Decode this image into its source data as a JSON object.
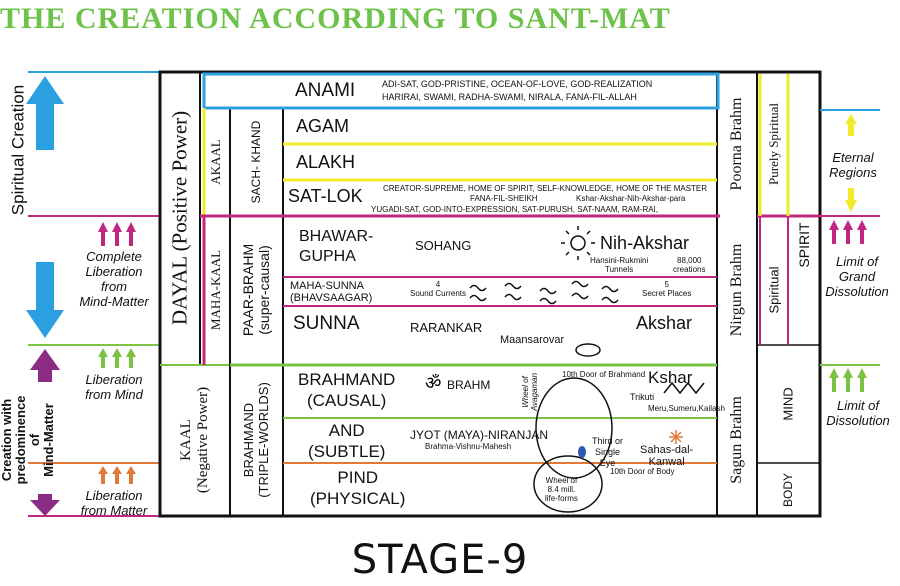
{
  "title": "THE CREATION ACCORDING TO SANT-MAT",
  "stage": "STAGE-9",
  "left_axis": {
    "spiritual_creation": "Spiritual Creation",
    "creation_mind_matter": [
      "Creation with",
      "predominence",
      "of",
      "Mind-Matter"
    ]
  },
  "left_labels": {
    "complete_liberation": [
      "Complete",
      "Liberation",
      "from",
      "Mind-Matter"
    ],
    "liberation_mind": [
      "Liberation",
      "from Mind"
    ],
    "liberation_matter": [
      "Liberation",
      "from Matter"
    ]
  },
  "columns": {
    "dayal": "DAYAL (Positive Power)",
    "kaal": [
      "KAAL",
      "(Negative Power)"
    ],
    "akaal": "AKAAL",
    "sach_khand": "SACH- KHAND",
    "maha_kaal": "MAHA-KAAL",
    "paar_brahm": [
      "PAAR-BRAHM",
      "(super-causal)"
    ],
    "brahmand": [
      "BRAHMAND",
      "(TRIPLE-WORLDS)"
    ]
  },
  "regions": {
    "anami": {
      "name": "ANAMI",
      "desc1": "ADI-SAT, GOD-PRISTINE, OCEAN-OF-LOVE, GOD-REALIZATION",
      "desc2": "HARIRAI, SWAMI, RADHA-SWAMI, NIRALA, FANA-FIL-ALLAH"
    },
    "agam": "AGAM",
    "alakh": "ALAKH",
    "sat_lok": {
      "name": "SAT-LOK",
      "desc1": "CREATOR-SUPREME, HOME OF SPIRIT, SELF-KNOWLEDGE, HOME OF THE MASTER",
      "desc2": "FANA-FIL-SHEIKH",
      "desc3": "Kshar-Akshar-Nih-Akshar-para",
      "desc4": "YUGADI-SAT, GOD-INTO-EXPRESSION, SAT-PURUSH, SAT-NAAM, RAM-RAI,"
    },
    "bhawar": {
      "name": [
        "BHAWAR-",
        "GUPHA"
      ],
      "sohang": "SOHANG",
      "nih_akshar": "Nih-Akshar",
      "tunnels": [
        "Hansini-Rukmini",
        "Tunnels"
      ],
      "creations": [
        "88,000",
        "creations"
      ]
    },
    "maha_sunna": {
      "name": [
        "MAHA-SUNNA",
        "(BHAVSAAGAR)"
      ],
      "currents": [
        "4",
        "Sound Currents"
      ],
      "places": [
        "5",
        "Secret Places"
      ]
    },
    "sunna": {
      "name": "SUNNA",
      "rarankar": "RARANKAR",
      "akshar": "Akshar",
      "maansarovar": "Maansarovar"
    },
    "brahmand_causal": {
      "name": [
        "BRAHMAND",
        "(CAUSAL)"
      ],
      "brahm": "BRAHM",
      "door_brahmand": "10th Door of Brahmand",
      "wheel_avagaman": [
        "Wheel of",
        "Avagaman"
      ],
      "kshar": "Kshar",
      "trikuti": "Trikuti",
      "meru": "Meru,Sumeru,Kailash"
    },
    "subtle": {
      "name": [
        "AND",
        "(SUBTLE)"
      ],
      "jyot": "JYOT (MAYA)-NIRANJAN",
      "bvm": "Brahma-Vishnu-Mahesh",
      "third_eye": [
        "Third or",
        "Single",
        "Eye"
      ],
      "sahas": [
        "Sahas-dal-",
        "Kanwal"
      ]
    },
    "pind": {
      "name": [
        "PIND",
        "(PHYSICAL)"
      ],
      "door_body": "10th Door of Body",
      "wheel_84": [
        "Wheel of",
        "8.4 mill.",
        "life-forms"
      ]
    }
  },
  "right_columns": {
    "poorna": "Poorna Brahm",
    "nirgun": "Nirgun Brahm",
    "sagun": "Sagun Brahm",
    "purely_spiritual": "Purely Spiritual",
    "spiritual": "Spiritual",
    "spirit": "SPIRIT",
    "mind": "MIND",
    "body": "BODY"
  },
  "right_labels": {
    "eternal": [
      "Eternal",
      "Regions"
    ],
    "grand_dissolution": [
      "Limit of",
      "Grand",
      "Dissolution"
    ],
    "dissolution": [
      "Limit of",
      "Dissolution"
    ]
  },
  "colors": {
    "title": "#6cc24a",
    "blue": "#2b9fe0",
    "magenta": "#c0267f",
    "green": "#7cc243",
    "orange": "#e07a3a",
    "yellow": "#f2ea2a",
    "purple": "#8b2b86"
  }
}
